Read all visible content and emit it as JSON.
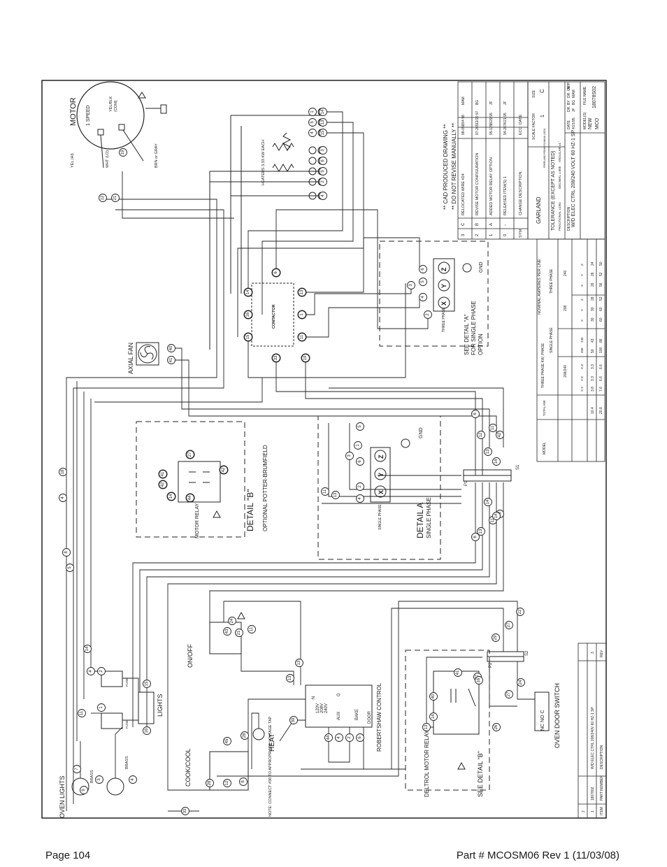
{
  "footer": {
    "page": "Page 104",
    "part": "Part # MCOSM06 Rev 1 (11/03/08)"
  },
  "labels": {
    "motor": "MOTOR",
    "motor_speed": "1 SPEED",
    "yel_blk": "YEL/BLK",
    "com": "(COM)",
    "yel_hi": "YEL (HI)",
    "wht_lo": "WHT (LO)",
    "brn_gray": "BRN or GRAY",
    "heaters": "HEATERS 3.33 KW EACH",
    "contactor": "CONTACTOR",
    "axial_fan": "AXIAL FAN",
    "see_detail_a": "SEE DETAIL \"A\"",
    "for_single_phase": "FOR SINGLE PHASE",
    "option": "OPTION",
    "three_phase": "THREE PHASE",
    "gnd": "GND",
    "detail_b": "DETAIL \"B\"",
    "optional_pb": "OPTIONAL POTTER-BRUMFIELD",
    "motor_relay": "MOTOR RELAY",
    "detail_a": "DETAIL A",
    "single_phase": "SINGLE PHASE",
    "single_phase_small": "SINGLE PHASE",
    "oven_lights": "OVEN LIGHTS",
    "brass": "BRASS",
    "fuse": "FUSE",
    "lights": "LIGHTS",
    "on_off": "ON/OFF",
    "cook_cool": "COOK/COOL",
    "heat": "HEAT",
    "note": "NOTE: CONNECT #30 TO APPROPRIATE VOLTAGE TAP",
    "robertshaw": "ROBERTSHAW CONTROL",
    "n": "N",
    "v120": "120V",
    "v208": "208V",
    "v240": "240V",
    "aux": "AUX",
    "bake": "BAKE",
    "door": "DOOR",
    "g": "G",
    "deltrol": "DELTROL MOTOR RELAY",
    "see_detail_b": "SEE DETAIL \"B\"",
    "oven_door_switch": "OVEN DOOR SWITCH",
    "nc_no_c": "NC NO C",
    "p1": "P1",
    "s1": "S1",
    "p2": "P2",
    "s2": "S2",
    "cad1": "** CAD PRODUCED DRAWING **",
    "cad2": "** DO NOT REVISE MANUALLY **"
  },
  "revisions": [
    {
      "sym": "3",
      "rev": "C",
      "desc": "RELOCATED WIRE #24",
      "eco": "98-058",
      "date": "3/4 98",
      "dr": "MAM",
      "app": "MAM"
    },
    {
      "sym": "2",
      "rev": "B",
      "desc": "REVISE MOTOR CONFIGURATION",
      "eco": "97-265",
      "date": "12/20 97",
      "dr": "BG",
      "app": "MAM"
    },
    {
      "sym": "1",
      "rev": "A",
      "desc": "ADDED MOTOR RELAY OPTION",
      "eco": "95-129",
      "date": "8/29 95",
      "dr": "JF",
      "app": "MAM"
    },
    {
      "sym": "0",
      "rev": "-",
      "desc": "RELEASED ITEM(S) 1",
      "eco": "94-267",
      "date": "4/21 95",
      "dr": "JF",
      "app": "MAM"
    },
    {
      "sym": "SYM",
      "rev": "REV",
      "desc": "CHANGE DESCRIPTION",
      "eco": "ECO",
      "date": "DATE",
      "dr": "DR",
      "app": "APP"
    }
  ],
  "title_block": {
    "brand": "GARLAND",
    "brand_sub": "FREELAND PENNSYLVANIA 18224",
    "tolerance": "TOLERANCE (EXCEPT AS NOTED)",
    "fractional": "FRACTIONAL ±1/64",
    "decimal": "DECIMAL ±.005",
    "angular": "ANGULAR ±1°",
    "description_h": "DESCRIPTION",
    "description": "W/D ELEC CTRL 208/240 VOLT 60 HZ-1 SP",
    "scale_factor_h": "SCALE FACTOR",
    "scale_factor": "1",
    "size_h": "SIZE",
    "size": "C",
    "date_h": "DATE",
    "date": "4/21/95",
    "dr_h": "DR.",
    "dr": "JF",
    "by_h": "BY",
    "by": "BG",
    "dr_ok_h": "DR. OK.",
    "dr_ok": "MAM",
    "app_h": "APP.",
    "model_h": "MODEL(S)",
    "model": "MCO",
    "file_h": "FILE NAME",
    "file": "18078S02",
    "new": "NEW"
  },
  "amps_table": {
    "title": "NOMINAL AMPERES PER LINE",
    "model_h": "MODEL",
    "total_kw_h": "TOTAL KW",
    "three_phase_kw_h": "THREE PHASE KW, PHASE",
    "single_phase_h": "SINGLE PHASE",
    "three_phase_h": "THREE PHASE",
    "v208": "208/240",
    "cols3": [
      "X-Y",
      "Y-Z",
      "X-Z"
    ],
    "sp_cols": [
      "208",
      "240"
    ],
    "tp208": "208",
    "tp240": "240",
    "xyz": [
      "X",
      "Y",
      "Z"
    ],
    "rows": [
      {
        "kw": "10.4",
        "xy": "3.8",
        "yz": "3.3",
        "xz": "3.3",
        "s208": "50",
        "s240": "43",
        "x208": "30",
        "y208": "30",
        "z208": "28",
        "x240": "26",
        "y240": "26",
        "z240": "24"
      },
      {
        "kw": "20.8",
        "xy": "7.6",
        "yz": "6.6",
        "xz": "6.6",
        "s208": "100",
        "s240": "86",
        "x208": "60",
        "y208": "60",
        "z208": "52",
        "x240": "56",
        "y240": "52",
        "z240": "50"
      }
    ]
  },
  "parts_list": {
    "rows": [
      {
        "item": "2",
        "part": "",
        "desc": "",
        "rev": ""
      },
      {
        "item": "1",
        "part": "1807802",
        "desc": "W/D ELEC CTRL 208/240V 60 HZ-1 SP",
        "rev": "3"
      },
      {
        "item": "ITEM",
        "part": "PART NUMBER",
        "desc": "DESCRIPTION",
        "rev": "REV"
      }
    ]
  },
  "wire_numbers": [
    "1",
    "2",
    "3",
    "4",
    "5",
    "6",
    "7",
    "8",
    "9",
    "10",
    "11",
    "12",
    "13",
    "14",
    "15",
    "16",
    "17",
    "18",
    "19",
    "20",
    "21",
    "22",
    "23",
    "24",
    "25",
    "26",
    "27",
    "28",
    "29",
    "30",
    "31",
    "32",
    "33",
    "34",
    "35",
    "40",
    "41",
    "42",
    "43",
    "44",
    "45",
    "46",
    "47",
    "48",
    "49"
  ]
}
